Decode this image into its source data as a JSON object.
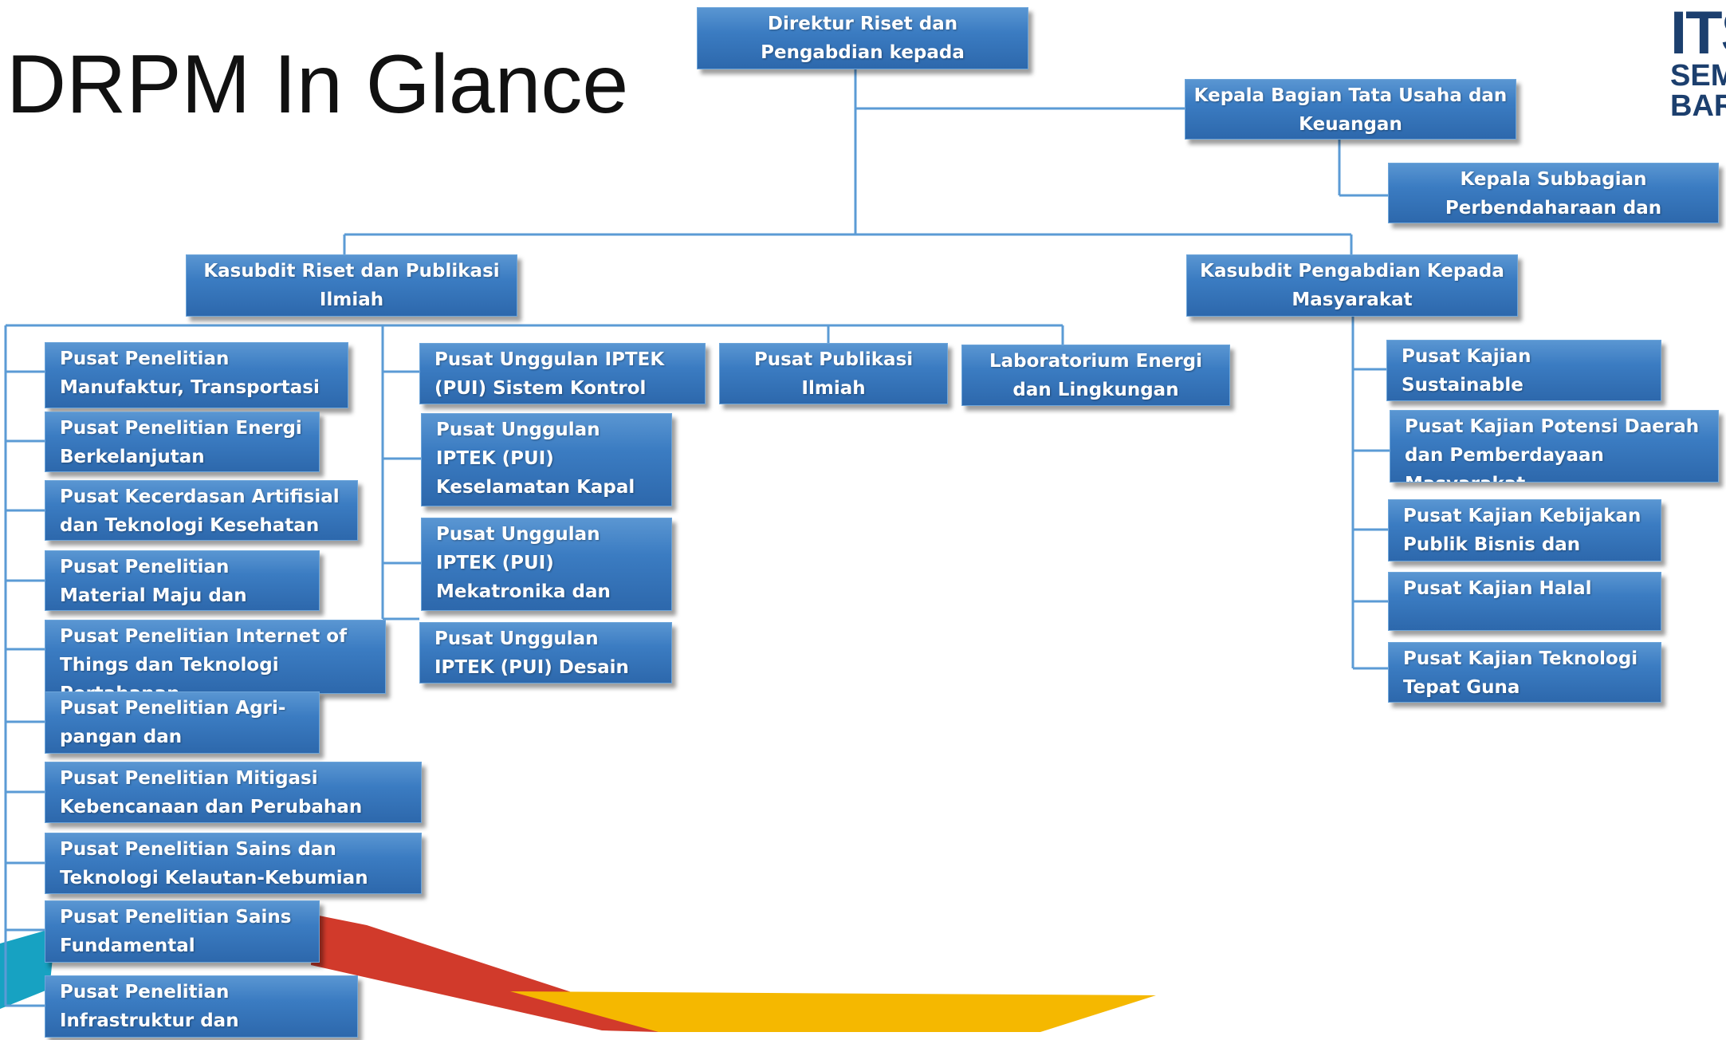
{
  "page": {
    "title": "DRPM In Glance"
  },
  "logo": {
    "line1": "ITS",
    "line2": "SEM",
    "line3": "BAR"
  },
  "colors": {
    "box": "#3b7cc2",
    "connector": "#5b9bd5",
    "ribbon_teal": "#17a2c2",
    "ribbon_red": "#d13a2b",
    "ribbon_yellow": "#f5b800"
  },
  "org": {
    "director": "Direktur Riset dan Pengabdian kepada Masyarakat (DRPM)",
    "kabag": "Kepala Bagian Tata Usaha dan Keuangan",
    "kasubbag": "Kepala Subbagian Perbendaharaan dan Pelaporan",
    "kasubdit_riset": "Kasubdit Riset dan Publikasi Ilmiah",
    "kasubdit_pengabdian": "Kasubdit Pengabdian Kepada Masyarakat",
    "riset_centers": [
      "Pusat Penelitian Manufaktur, Transportasi dan Logistik",
      "Pusat Penelitian Energi Berkelanjutan",
      "Pusat Kecerdasan Artifisial dan Teknologi Kesehatan",
      "Pusat Penelitian Material Maju dan Teknologi Nano",
      "Pusat Penelitian Internet of Things dan Teknologi Pertahanan",
      "Pusat Penelitian Agri-pangan dan Bioteknologi",
      "Pusat Penelitian Mitigasi Kebencanaan dan Perubahan Iklim",
      "Pusat Penelitian Sains dan Teknologi Kelautan-Kebumian",
      "Pusat Penelitian Sains Fundamental",
      "Pusat Penelitian Infrastruktur dan Lingkungan Berkelanjutan"
    ],
    "pui": [
      "Pusat Unggulan IPTEK (PUI) Sistem Kontrol Otomotif",
      "Pusat Unggulan IPTEK (PUI) Keselamatan Kapal dan Instalasi Laut",
      "Pusat Unggulan IPTEK (PUI) Mekatronika dan Otomasi Industri",
      "Pusat Unggulan IPTEK (PUI) Desain"
    ],
    "publikasi": "Pusat Publikasi Ilmiah",
    "laboratorium": "Laboratorium Energi dan Lingkungan",
    "kajian": [
      "Pusat Kajian Sustainable Development Goals",
      "Pusat Kajian Potensi Daerah dan Pemberdayaan Masyarakat",
      "Pusat Kajian Kebijakan Publik Bisnis dan Industri",
      "Pusat Kajian Halal",
      "Pusat Kajian Teknologi Tepat Guna"
    ]
  }
}
